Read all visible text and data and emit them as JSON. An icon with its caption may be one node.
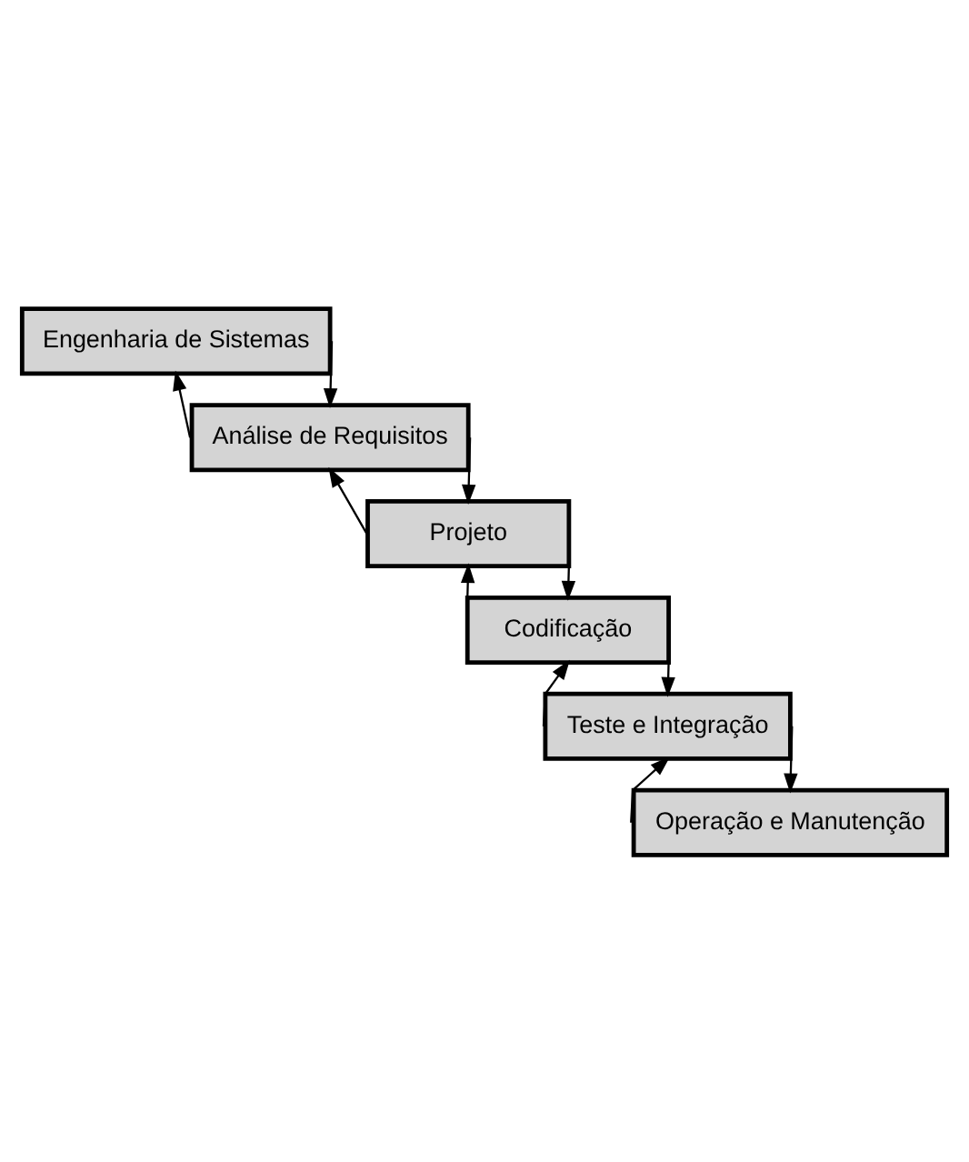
{
  "diagram": {
    "nodes": [
      {
        "text": [
          "Engenharia de Sistemas"
        ]
      },
      {
        "text": [
          "Análise de Requisitos"
        ]
      },
      {
        "text": [
          "Projeto"
        ]
      },
      {
        "text": [
          "Codificação"
        ]
      },
      {
        "text": [
          "Teste e Integração"
        ]
      },
      {
        "text": [
          "Operação e Manutenção"
        ]
      }
    ],
    "edges": [
      {
        "from": 0,
        "to": 1,
        "arrow": "to"
      },
      {
        "from": 1,
        "to": 0,
        "arrow": "to"
      },
      {
        "from": 1,
        "to": 2,
        "arrow": "to"
      },
      {
        "from": 2,
        "to": 1,
        "arrow": "to"
      },
      {
        "from": 2,
        "to": 3,
        "arrow": "to"
      },
      {
        "from": 3,
        "to": 2,
        "arrow": "to"
      },
      {
        "from": 3,
        "to": 4,
        "arrow": "to"
      },
      {
        "from": 4,
        "to": 3,
        "arrow": "to"
      },
      {
        "from": 4,
        "to": 5,
        "arrow": "to"
      },
      {
        "from": 5,
        "to": 4,
        "arrow": "to"
      }
    ]
  }
}
